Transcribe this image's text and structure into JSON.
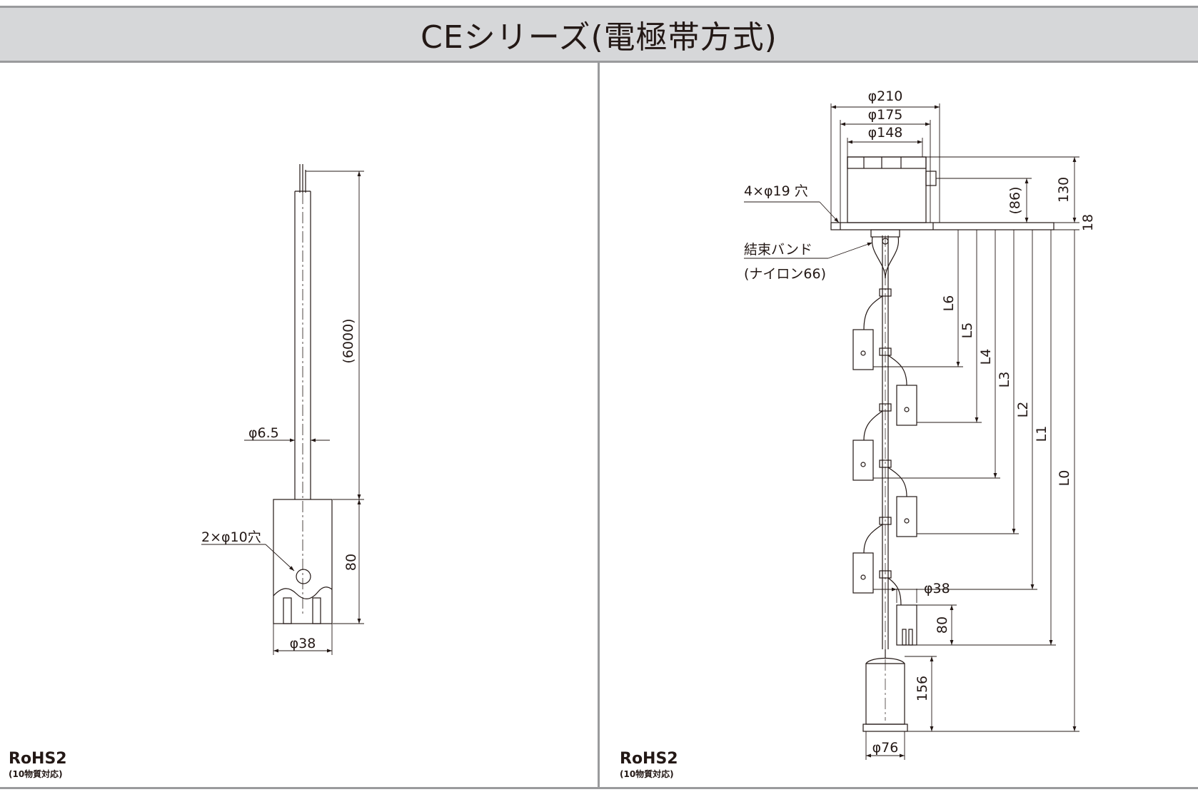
{
  "title": "CEシリーズ(電極帯方式)",
  "left": {
    "dim_length": "(6000)",
    "dim_cable_dia": "φ6.5",
    "dim_holes": "2×φ10穴",
    "dim_height": "80",
    "dim_dia": "φ38",
    "rohs": "RoHS2",
    "rohs_note": "(10物質対応)"
  },
  "right": {
    "dim_d210": "φ210",
    "dim_d175": "φ175",
    "dim_d148": "φ148",
    "dim_holes": "4×φ19 穴",
    "dim_86": "(86)",
    "dim_130": "130",
    "dim_18": "18",
    "band_label_1": "結束バンド",
    "band_label_2": "(ナイロン66)",
    "l_labels": [
      "L6",
      "L5",
      "L4",
      "L3",
      "L2",
      "L1",
      "L0"
    ],
    "dim_d38": "φ38",
    "dim_80": "80",
    "dim_156": "156",
    "dim_d76": "φ76",
    "rohs": "RoHS2",
    "rohs_note": "(10物質対応)"
  }
}
